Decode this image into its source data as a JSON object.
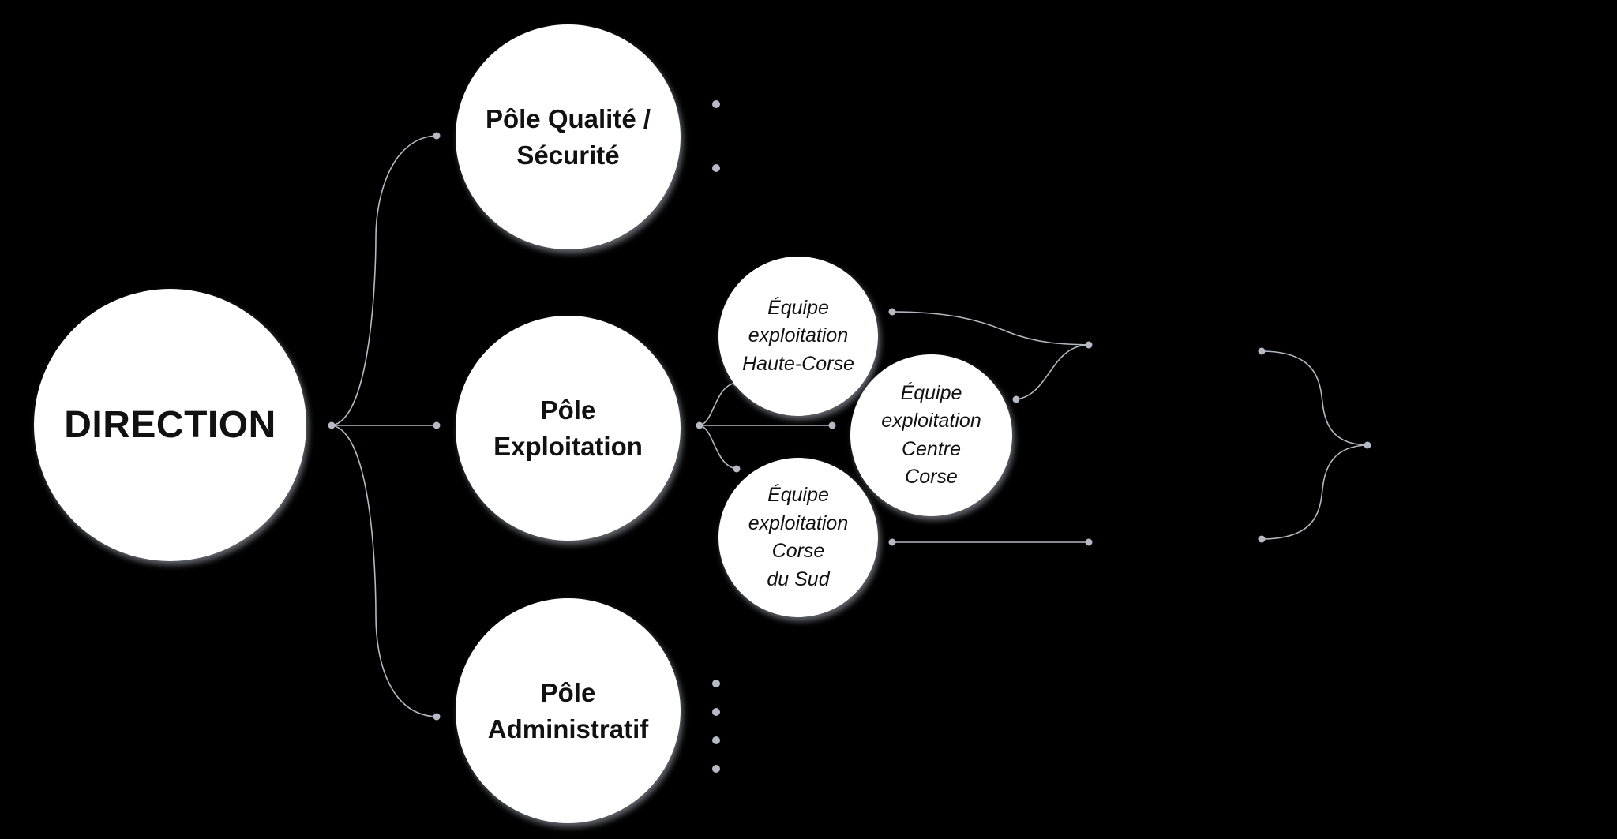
{
  "diagram": {
    "direction": {
      "label": "DIRECTION"
    },
    "poles": [
      {
        "id": "qualite",
        "label": "Pôle Qualité /\nSécurité"
      },
      {
        "id": "exploitation",
        "label": "Pôle\nExploitation"
      },
      {
        "id": "administratif",
        "label": "Pôle\nAdministratif"
      }
    ],
    "teams": [
      {
        "id": "haute-corse",
        "label": "Équipe\nexploitation\nHaute-Corse"
      },
      {
        "id": "centre-corse",
        "label": "Équipe\nexploitation\nCentre\nCorse"
      },
      {
        "id": "corse-du-sud",
        "label": "Équipe\nexploitation\nCorse\ndu Sud"
      }
    ],
    "colors": {
      "background": "#000000",
      "node_fill": "#ffffff",
      "node_text": "#111111",
      "connector": "#b4b8c2"
    }
  }
}
